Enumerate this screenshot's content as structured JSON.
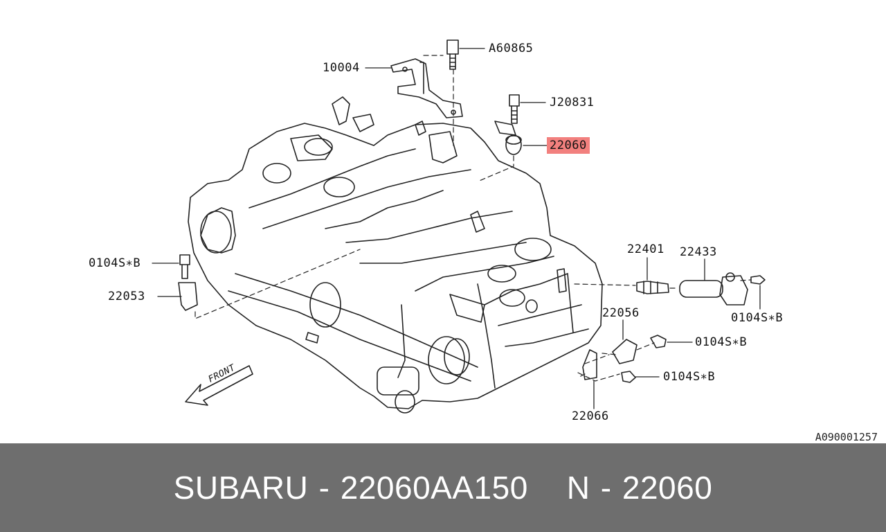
{
  "diagram": {
    "drawing_code": "A090001257",
    "front_label": "FRONT",
    "highlight_color": "#f2807e",
    "labels": {
      "a60865": "A60865",
      "p10004": "10004",
      "j20831": "J20831",
      "p22060": "22060",
      "p22401": "22401",
      "p22433": "22433",
      "bolt_left": "0104S∗B",
      "p22053": "22053",
      "p22056": "22056",
      "bolt_right_top": "0104S∗B",
      "bolt_right_mid": "0104S∗B",
      "bolt_right_low": "0104S∗B",
      "p22066": "22066"
    }
  },
  "footer": {
    "brand_part": "SUBARU - 22060AA150",
    "oem_number": "N - 22060",
    "background": "#6e6e6e"
  }
}
